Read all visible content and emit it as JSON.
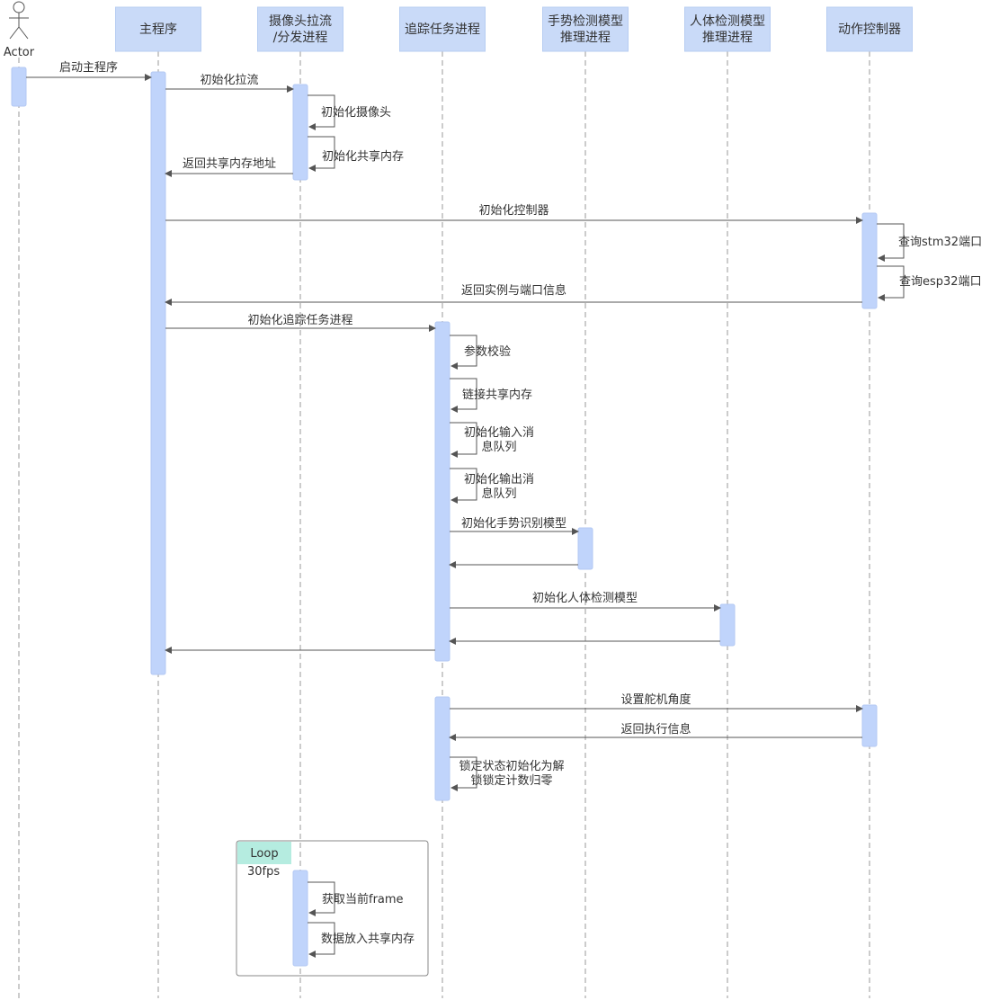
{
  "actor": {
    "label": "Actor"
  },
  "participants": [
    {
      "id": "main",
      "lines": [
        "主程序"
      ]
    },
    {
      "id": "cam",
      "lines": [
        "摄像头拉流",
        "/分发进程"
      ]
    },
    {
      "id": "track",
      "lines": [
        "追踪任务进程"
      ]
    },
    {
      "id": "gesture",
      "lines": [
        "手势检测模型",
        "推理进程"
      ]
    },
    {
      "id": "body",
      "lines": [
        "人体检测模型",
        "推理进程"
      ]
    },
    {
      "id": "ctrl",
      "lines": [
        "动作控制器"
      ]
    }
  ],
  "messages": [
    {
      "from": "actor",
      "to": "main",
      "lines": [
        "启动主程序"
      ]
    },
    {
      "from": "main",
      "to": "cam",
      "lines": [
        "初始化拉流"
      ]
    },
    {
      "from": "cam",
      "to": "cam",
      "lines": [
        "初始化摄像头"
      ]
    },
    {
      "from": "cam",
      "to": "cam",
      "lines": [
        "初始化共享内存"
      ]
    },
    {
      "from": "cam",
      "to": "main",
      "lines": [
        "返回共享内存地址"
      ]
    },
    {
      "from": "main",
      "to": "ctrl",
      "lines": [
        "初始化控制器"
      ]
    },
    {
      "from": "ctrl",
      "to": "ctrl",
      "lines": [
        "查询stm32端口"
      ]
    },
    {
      "from": "ctrl",
      "to": "ctrl",
      "lines": [
        "查询esp32端口"
      ]
    },
    {
      "from": "ctrl",
      "to": "main",
      "lines": [
        "返回实例与端口信息"
      ]
    },
    {
      "from": "main",
      "to": "track",
      "lines": [
        "初始化追踪任务进程"
      ]
    },
    {
      "from": "track",
      "to": "track",
      "lines": [
        "参数校验"
      ]
    },
    {
      "from": "track",
      "to": "track",
      "lines": [
        "链接共享内存"
      ]
    },
    {
      "from": "track",
      "to": "track",
      "lines": [
        "初始化输入消",
        "息队列"
      ]
    },
    {
      "from": "track",
      "to": "track",
      "lines": [
        "初始化输出消",
        "息队列"
      ]
    },
    {
      "from": "track",
      "to": "gesture",
      "lines": [
        "初始化手势识别模型"
      ]
    },
    {
      "from": "gesture",
      "to": "track",
      "lines": []
    },
    {
      "from": "track",
      "to": "body",
      "lines": [
        "初始化人体检测模型"
      ]
    },
    {
      "from": "body",
      "to": "track",
      "lines": []
    },
    {
      "from": "track",
      "to": "main",
      "lines": []
    },
    {
      "from": "track",
      "to": "ctrl",
      "lines": [
        "设置舵机角度"
      ]
    },
    {
      "from": "ctrl",
      "to": "track",
      "lines": [
        "返回执行信息"
      ]
    },
    {
      "from": "track",
      "to": "track",
      "lines": [
        "锁定状态初始化为解",
        "锁锁定计数归零"
      ]
    },
    {
      "from": "cam",
      "to": "cam",
      "lines": [
        "获取当前frame"
      ]
    },
    {
      "from": "cam",
      "to": "cam",
      "lines": [
        "数据放入共享内存"
      ]
    }
  ],
  "loop": {
    "label": "Loop",
    "condition": "30fps"
  },
  "colors": {
    "participant_fill": "#c9daf8",
    "activation_fill": "#c0d4fb",
    "loop_tab": "#b5ece0",
    "line": "#555555"
  }
}
